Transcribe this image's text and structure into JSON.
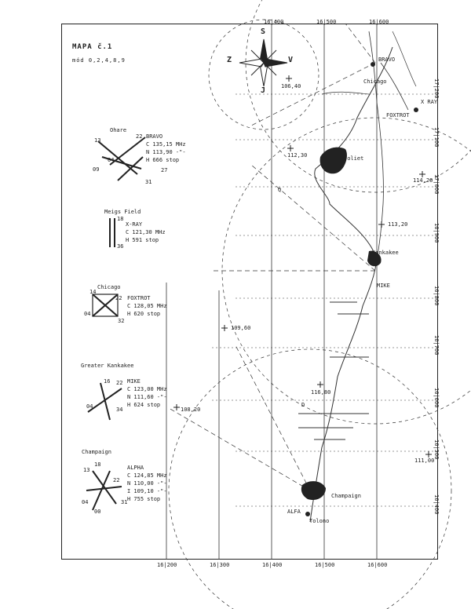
{
  "map": {
    "title": "MAPA č.1",
    "mode": "mód  0,2,4,8,9"
  },
  "compass": {
    "s": "S",
    "z": "Z",
    "v": "V",
    "j": "J"
  },
  "grid": {
    "top_labels": [
      "16|400",
      "16|500",
      "16|600"
    ],
    "bottom_labels": [
      "16|200",
      "16|300",
      "16|400",
      "16|500",
      "16|600"
    ],
    "right_labels": [
      "17|200",
      "17|100",
      "17|000",
      "16|900",
      "16|800",
      "16|700",
      "16|600",
      "16|500",
      "16|400"
    ]
  },
  "airports": [
    {
      "name": "Ohare",
      "code": "BRAVO",
      "lines": [
        "C 135,15 MHz",
        "N 113,90 -\"-",
        "H 666 stop"
      ],
      "runways": [
        "22",
        "04",
        "09",
        "13",
        "27",
        "31"
      ]
    },
    {
      "name": "Meigs Field",
      "code": "X-RAY",
      "lines": [
        "C 121,30 MHz",
        "H 591 stop"
      ],
      "runways": [
        "18",
        "36"
      ]
    },
    {
      "name": "Chicago",
      "code": "FOXTROT",
      "lines": [
        "C 128,05 MHz",
        "H 620 stop"
      ],
      "runways": [
        "14",
        "22",
        "04",
        "32"
      ]
    },
    {
      "name": "Greater Kankakee",
      "code": "MIKE",
      "lines": [
        "C 123,00 MHz",
        "N 111,60 -\"-",
        "H 624 stop"
      ],
      "runways": [
        "16",
        "22",
        "04",
        "34"
      ]
    },
    {
      "name": "Champaign",
      "code": "ALPHA",
      "lines": [
        "C 124,85 MHz",
        "N 110,00 -\"-",
        "I 109,10 -\"-",
        "H 755 stop"
      ],
      "runways": [
        "13",
        "18",
        "22",
        "04",
        "00",
        "31"
      ]
    }
  ],
  "places": {
    "bravo": "BRAVO",
    "chicago": "Chicago",
    "xray": "X RAY",
    "foxtrot": "FOXTROT",
    "joliet": "Joliet",
    "kankakee": "Kankakee",
    "mike": "MIKE",
    "champaign": "Champaign",
    "tolono": "Tolono",
    "alfa": "ALFA"
  },
  "navaids": [
    "106,40",
    "112,30",
    "114,20",
    "113,20",
    "109,60",
    "116,80",
    "108,20",
    "111,00"
  ],
  "misc_marks": [
    "Q",
    "D"
  ]
}
